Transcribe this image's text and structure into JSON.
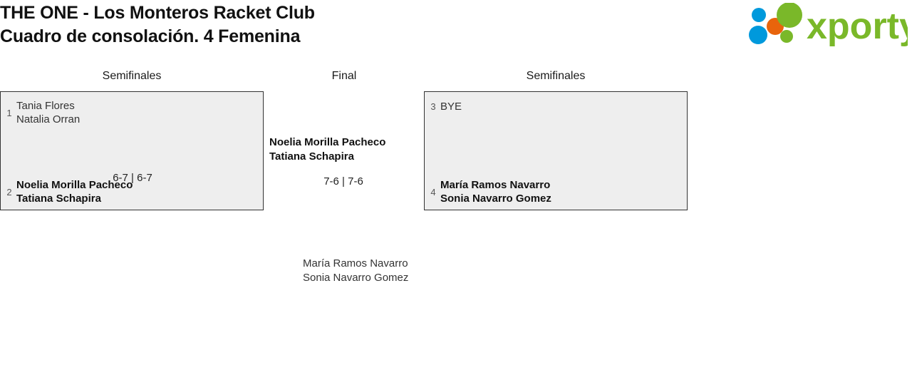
{
  "header": {
    "title_line1": "THE ONE - Los Monteros Racket Club",
    "title_line2": "Cuadro de consolación. 4 Femenina",
    "logo_text": "xporty",
    "logo_colors": {
      "green": "#7AB829",
      "blue": "#0099DC",
      "orange": "#E8640C"
    }
  },
  "bracket": {
    "rounds": [
      {
        "name": "round-left",
        "label": "Semifinales"
      },
      {
        "name": "round-final",
        "label": "Final"
      },
      {
        "name": "round-right",
        "label": "Semifinales"
      }
    ],
    "semifinal_left": {
      "top_team": {
        "seed": "1",
        "player1": "Tania Flores",
        "player2": "Natalia Orran",
        "result": "loser"
      },
      "bottom_team": {
        "seed": "2",
        "player1": "Noelia Morilla Pacheco",
        "player2": "Tatiana Schapira",
        "result": "winner"
      },
      "score": "6-7 | 6-7"
    },
    "semifinal_right": {
      "top_team": {
        "seed": "3",
        "player1": "BYE",
        "player2": "",
        "result": "loser"
      },
      "bottom_team": {
        "seed": "4",
        "player1": "María Ramos Navarro",
        "player2": "Sonia Navarro Gomez",
        "result": "winner"
      },
      "score": ""
    },
    "final": {
      "top_team": {
        "player1": "Noelia Morilla Pacheco",
        "player2": "Tatiana Schapira",
        "result": "winner"
      },
      "bottom_team": {
        "player1": "María Ramos Navarro",
        "player2": "Sonia Navarro Gomez",
        "result": "loser"
      },
      "score": "7-6 | 7-6"
    }
  }
}
